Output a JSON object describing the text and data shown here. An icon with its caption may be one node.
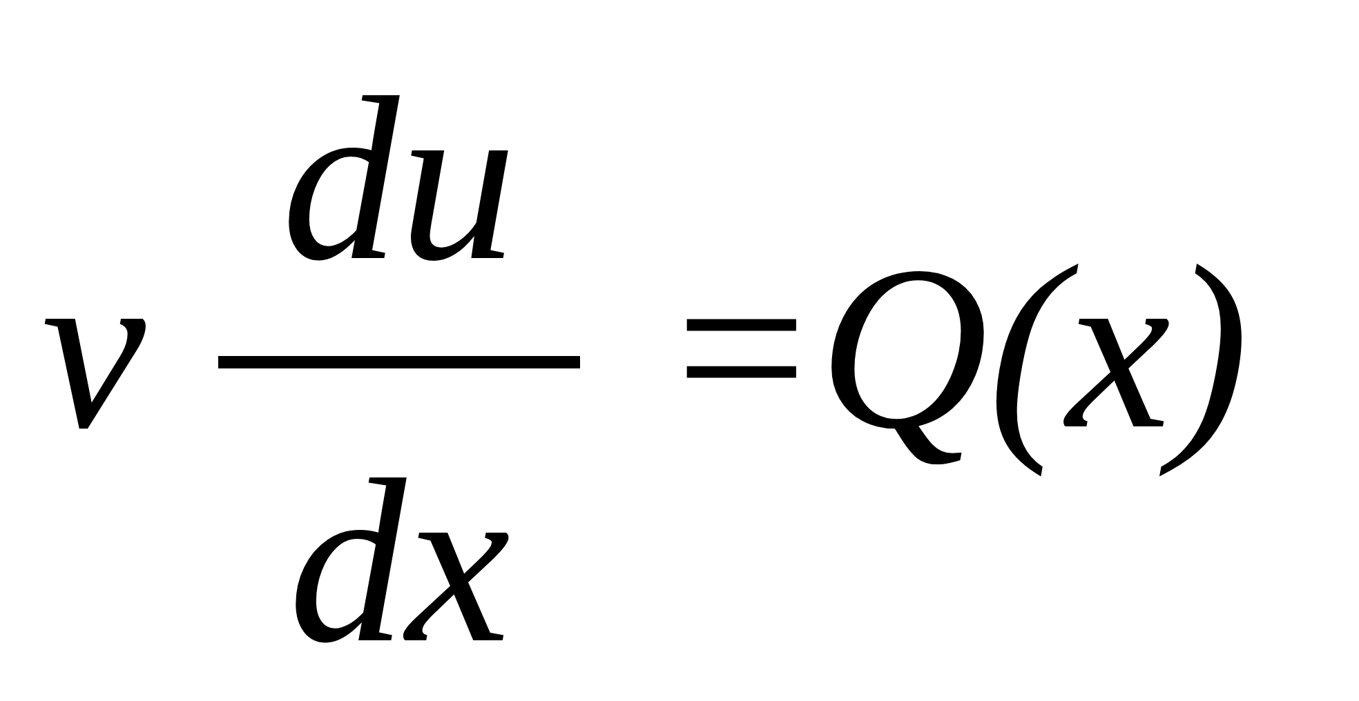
{
  "diagram": {
    "labels": [
      "v",
      "du",
      "dx",
      "=Q(x)"
    ]
  }
}
